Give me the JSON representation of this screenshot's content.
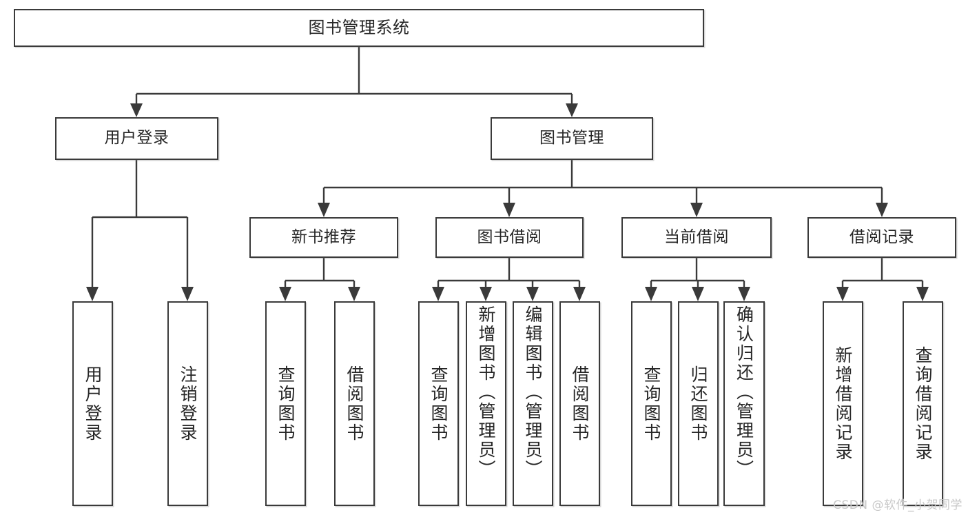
{
  "diagram": {
    "title": "图书管理系统",
    "type": "tree-hierarchy-chart",
    "root": {
      "label": "图书管理系统"
    },
    "level2": [
      {
        "label": "用户登录"
      },
      {
        "label": "图书管理"
      }
    ],
    "level3": [
      {
        "label": "新书推荐"
      },
      {
        "label": "图书借阅"
      },
      {
        "label": "当前借阅"
      },
      {
        "label": "借阅记录"
      }
    ],
    "leaves": {
      "user_login": [
        {
          "label": "用户登录"
        },
        {
          "label": "注销登录"
        }
      ],
      "new_book_recommend": [
        {
          "label": "查询图书"
        },
        {
          "label": "借阅图书"
        }
      ],
      "book_borrow": [
        {
          "label": "查询图书"
        },
        {
          "label": "新增图书（管理员）"
        },
        {
          "label": "编辑图书（管理员）"
        },
        {
          "label": "借阅图书"
        }
      ],
      "current_borrow": [
        {
          "label": "查询图书"
        },
        {
          "label": "归还图书"
        },
        {
          "label": "确认归还（管理员）"
        }
      ],
      "borrow_record": [
        {
          "label": "新增借阅记录"
        },
        {
          "label": "查询借阅记录"
        }
      ]
    }
  },
  "watermark": {
    "text": "CSDN @软件_小贺同学"
  },
  "colors": {
    "box_border": "#3a3a3a",
    "box_fill": "#ffffff",
    "text": "#262626",
    "connector": "#3a3a3a",
    "watermark": "#c8c8c8",
    "background": "#ffffff"
  }
}
